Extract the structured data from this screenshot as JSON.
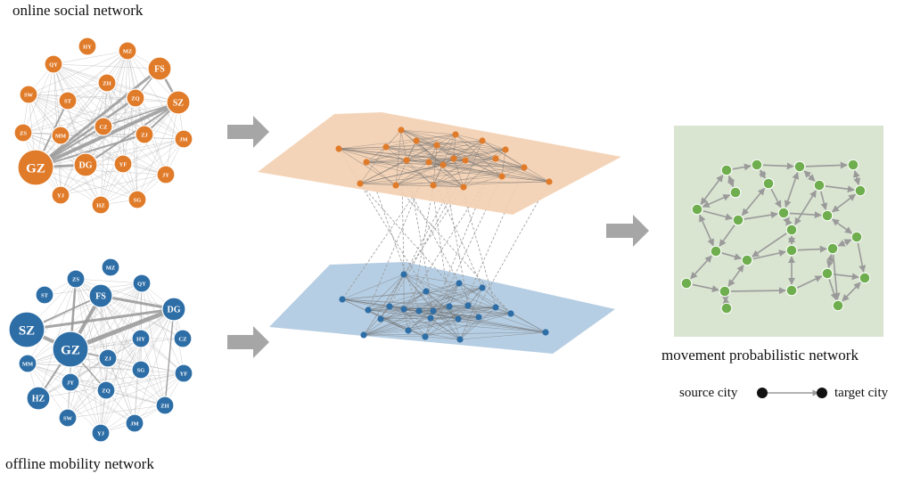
{
  "labels": {
    "online": "online social network",
    "offline": "offline mobility network",
    "movement": "movement probabilistic network",
    "source": "source city",
    "target": "target city"
  },
  "colors": {
    "orange": "#e07b2a",
    "blue": "#2e6ea6",
    "green": "#6fae4e",
    "orange_plane": "#f3cfb0",
    "blue_plane": "#a9c6de",
    "green_bg": "#d9e4d1",
    "edge_gray": "#9a9a9a",
    "arrow_gray": "#a6a6a6"
  },
  "online_nodes": [
    {
      "id": "HY",
      "size": "s"
    },
    {
      "id": "MZ",
      "size": "s"
    },
    {
      "id": "QY",
      "size": "s"
    },
    {
      "id": "FS",
      "size": "m"
    },
    {
      "id": "SW",
      "size": "s"
    },
    {
      "id": "ZH",
      "size": "s"
    },
    {
      "id": "ST",
      "size": "s"
    },
    {
      "id": "ZQ",
      "size": "s"
    },
    {
      "id": "SZ",
      "size": "m"
    },
    {
      "id": "CZ",
      "size": "s"
    },
    {
      "id": "ZS",
      "size": "s"
    },
    {
      "id": "MM",
      "size": "s"
    },
    {
      "id": "ZJ",
      "size": "s"
    },
    {
      "id": "JM",
      "size": "s"
    },
    {
      "id": "GZ",
      "size": "l"
    },
    {
      "id": "DG",
      "size": "m"
    },
    {
      "id": "YF",
      "size": "s"
    },
    {
      "id": "JY",
      "size": "s"
    },
    {
      "id": "YJ",
      "size": "s"
    },
    {
      "id": "HZ",
      "size": "s"
    },
    {
      "id": "SG",
      "size": "s"
    }
  ],
  "offline_nodes": [
    {
      "id": "MZ",
      "size": "s"
    },
    {
      "id": "ZS",
      "size": "s"
    },
    {
      "id": "QY",
      "size": "s"
    },
    {
      "id": "ST",
      "size": "s"
    },
    {
      "id": "FS",
      "size": "m"
    },
    {
      "id": "DG",
      "size": "m"
    },
    {
      "id": "SZ",
      "size": "l"
    },
    {
      "id": "GZ",
      "size": "l"
    },
    {
      "id": "HY",
      "size": "s"
    },
    {
      "id": "CZ",
      "size": "s"
    },
    {
      "id": "MM",
      "size": "s"
    },
    {
      "id": "ZJ",
      "size": "s"
    },
    {
      "id": "SG",
      "size": "s"
    },
    {
      "id": "YF",
      "size": "s"
    },
    {
      "id": "JY",
      "size": "s"
    },
    {
      "id": "HZ",
      "size": "m"
    },
    {
      "id": "ZQ",
      "size": "s"
    },
    {
      "id": "ZH",
      "size": "s"
    },
    {
      "id": "SW",
      "size": "s"
    },
    {
      "id": "JM",
      "size": "s"
    },
    {
      "id": "YJ",
      "size": "s"
    }
  ]
}
